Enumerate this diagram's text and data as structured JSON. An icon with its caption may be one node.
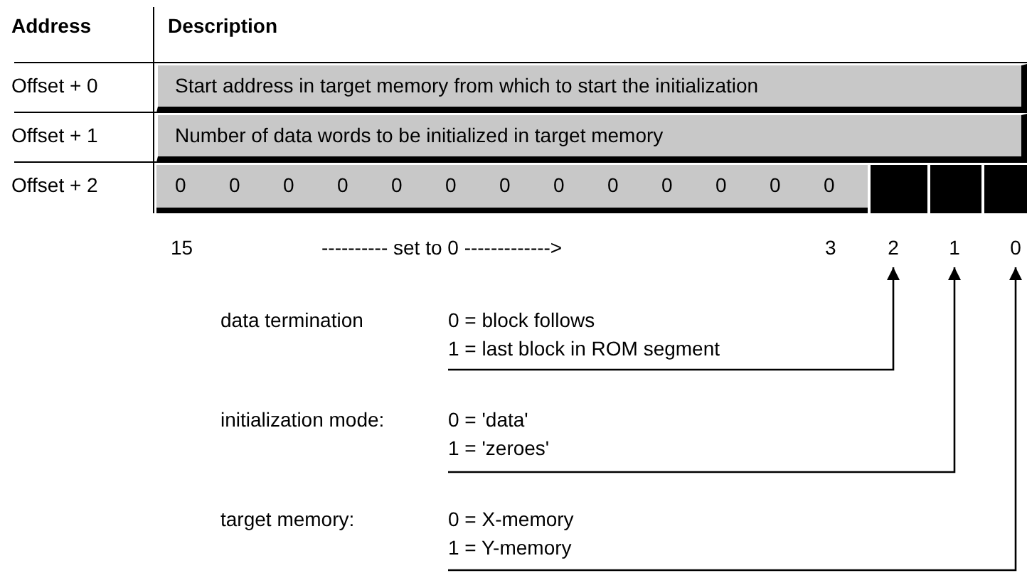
{
  "diagram": {
    "nodes": [
      {
        "text": [
          "Start address in target memory from which to start the initialization"
        ]
      },
      {
        "text": [
          "Number of data words to be initialized in target memory"
        ]
      },
      {
        "text": [
          "2"
        ]
      },
      {
        "text": [
          "1"
        ]
      },
      {
        "text": [
          "0"
        ]
      },
      {
        "text": [
          "data termination",
          "0 = block follows",
          "1 = last block in ROM segment"
        ]
      },
      {
        "text": [
          "initialization mode:",
          "0 = 'data'",
          "1 = 'zeroes'"
        ]
      },
      {
        "text": [
          "target memory:",
          "0 = X-memory",
          "1 = Y-memory"
        ]
      }
    ],
    "edges": [
      {
        "from": 5,
        "to": 2,
        "arrow": "to"
      },
      {
        "from": 6,
        "to": 3,
        "arrow": "to"
      },
      {
        "from": 7,
        "to": 4,
        "arrow": "to"
      }
    ],
    "labels": [
      "Address",
      "Description",
      "Offset + 0",
      "Offset + 1",
      "Offset + 2",
      "0",
      "0",
      "0",
      "0",
      "0",
      "0",
      "0",
      "0",
      "0",
      "0",
      "0",
      "0",
      "0",
      "15",
      "---------- set to 0 ------------->",
      "3"
    ]
  }
}
